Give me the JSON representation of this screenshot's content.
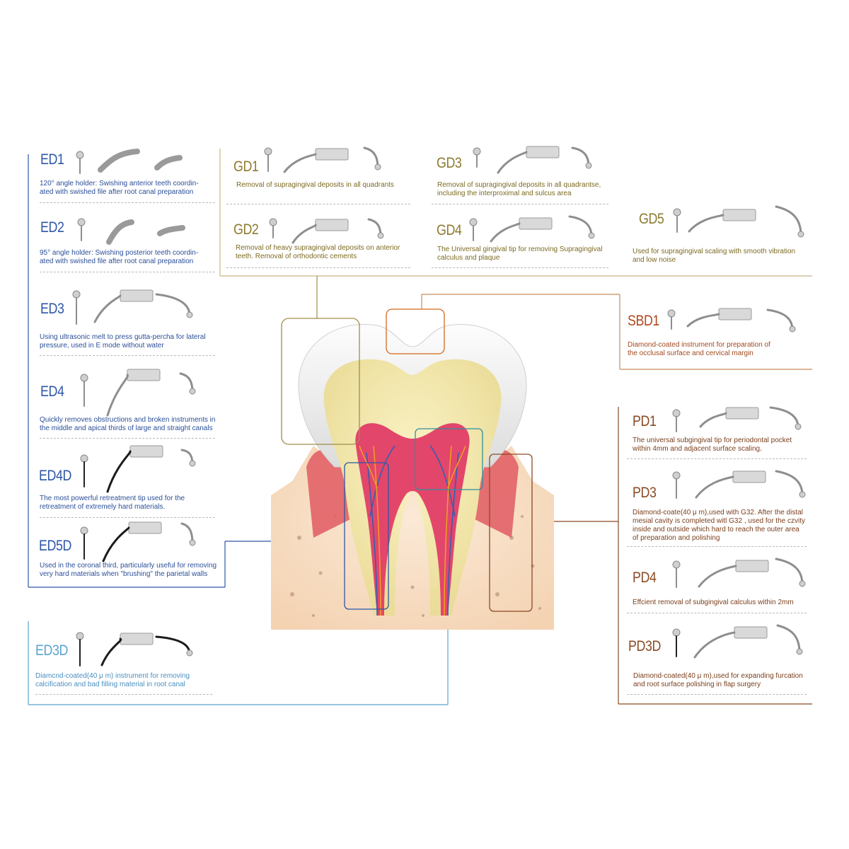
{
  "colors": {
    "endo": "#2d57a8",
    "endo_light": "#5ba3cf",
    "gd": "#8c7a2e",
    "pd": "#8a4a24",
    "orange": "#d2691e",
    "teal": "#2f8fa0"
  },
  "endo": [
    {
      "code": "ED1",
      "desc": [
        "120°  angle holder: Swishing anterior teeth coordin-",
        "ated with swished file after root canal preparation"
      ]
    },
    {
      "code": "ED2",
      "desc": [
        "95°  angle holder: Swishing posterior teeth coordin-",
        "ated with swished file after root canal preparation"
      ]
    },
    {
      "code": "ED3",
      "desc": [
        "Using ultrasonic melt to press gutta-percha for lateral",
        "pressure, used in E mode without water"
      ]
    },
    {
      "code": "ED4",
      "desc": [
        "Quickly removes obstructions and broken instruments in",
        "the middle and apical thirds of large and straight canals"
      ]
    },
    {
      "code": "ED4D",
      "desc": [
        "The most powerful retreatment tip used for the",
        "retreatment of extremely hard materials."
      ]
    },
    {
      "code": "ED5D",
      "desc": [
        "Used in the coronal third, particularly useful for removing",
        "very hard materials when \"brushing\" the parietal walls"
      ]
    },
    {
      "code": "ED3D",
      "desc": [
        "Diamcnd-coated(40 μ m) instrument for removing",
        "calcification and bad filling material in root canal"
      ]
    }
  ],
  "gd": [
    {
      "code": "GD1",
      "desc": [
        "Removal of supragingival deposits in all quadrants"
      ]
    },
    {
      "code": "GD2",
      "desc": [
        "Removal of heavy supragingival deposits on anterior",
        "teeth. Removal of orthodontic cements"
      ]
    },
    {
      "code": "GD3",
      "desc": [
        "Removal of supragingival deposits in all quadrantse,",
        "including the interproximal and sulcus area"
      ]
    },
    {
      "code": "GD4",
      "desc": [
        "The Universal gingival tip for removing Supragingival",
        "calculus and plaque"
      ]
    },
    {
      "code": "GD5",
      "desc": [
        "Used for supragingival scaling with smooth vibration",
        "and low noise"
      ]
    }
  ],
  "sbd": {
    "code": "SBD1",
    "desc": [
      "Diamond-coated instrument for preparation of",
      "the occlusal surface and cervical margin"
    ]
  },
  "pd": [
    {
      "code": "PD1",
      "desc": [
        "The universal subgingival tip for periodontal pocket",
        "within 4mm and adjacent surface scaling."
      ]
    },
    {
      "code": "PD3",
      "desc": [
        "Diamond-coate(40 μ m),used with G32. After the distal",
        "mesial cavity is completed witl G32 , used for the czvity",
        "inside and outside which hard to reach the outer area",
        "of preparation and polishing"
      ]
    },
    {
      "code": "PD4",
      "desc": [
        "Effcient removal of subgingival calculus within 2mm"
      ]
    },
    {
      "code": "PD3D",
      "desc": [
        "Diamond-coated(40 μ m),used for expanding furcation",
        "and root surface polishing in flap surgery"
      ]
    }
  ]
}
